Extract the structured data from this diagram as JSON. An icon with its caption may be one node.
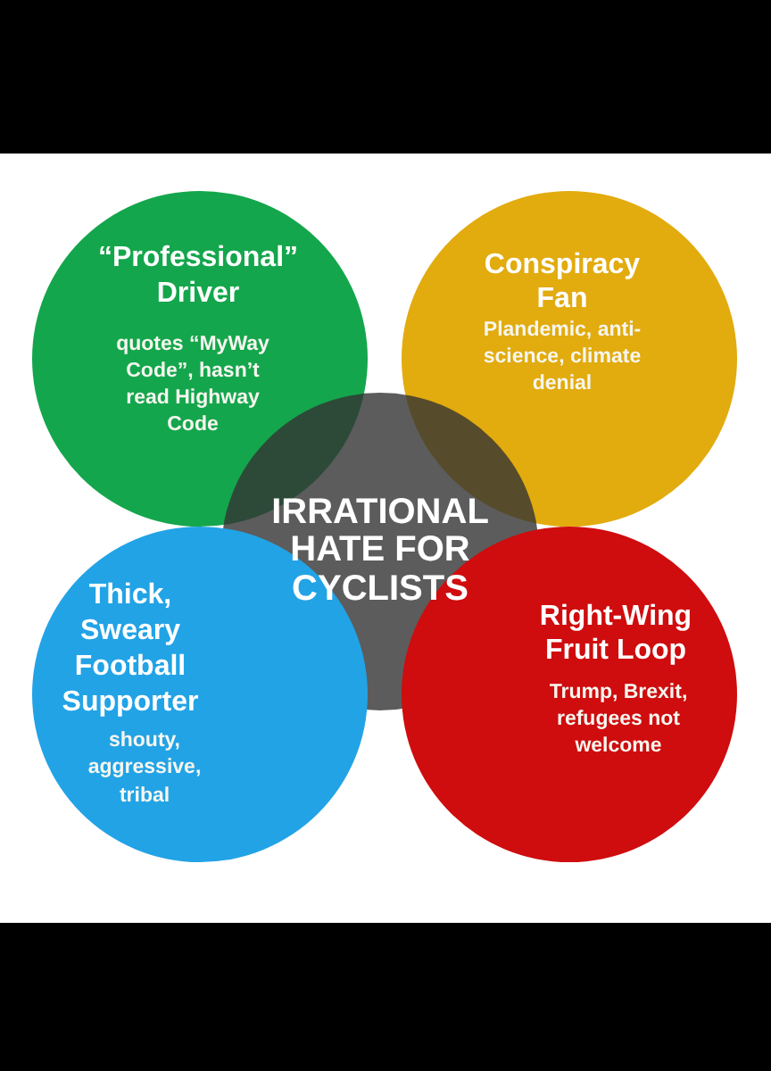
{
  "diagram": {
    "nodes": [
      {
        "text": [
          "“Professional” Driver",
          "quotes “MyWay Code”, hasn’t read Highway Code"
        ]
      },
      {
        "text": [
          "Conspiracy Fan",
          "Plandemic, anti-science, climate denial"
        ]
      },
      {
        "text": [
          "IRRATIONAL HATE FOR CYCLISTS"
        ]
      },
      {
        "text": [
          "Thick, Sweary Football Supporter",
          "shouty, aggressive, tribal"
        ]
      },
      {
        "text": [
          "Right-Wing Fruit Loop",
          "Trump, Brexit, refugees not welcome"
        ]
      }
    ]
  }
}
